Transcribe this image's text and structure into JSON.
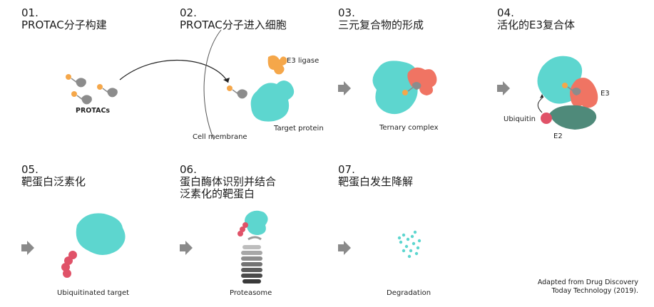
{
  "steps": [
    {
      "number": "01.",
      "title": "PROTAC分子构建"
    },
    {
      "number": "02.",
      "title": "PROTAC分子进入细胞"
    },
    {
      "number": "03.",
      "title": "三元复合物的形成"
    },
    {
      "number": "04.",
      "title": "活化的E3复合体"
    },
    {
      "number": "05.",
      "title": "靶蛋白泛素化"
    },
    {
      "number": "06.",
      "title_line1": "蛋白酶体识别并结合",
      "title_line2": "泛素化的靶蛋白"
    },
    {
      "number": "07.",
      "title": "靶蛋白发生降解"
    }
  ],
  "labels": {
    "protacs": "PROTACs",
    "e3_ligase": "E3 ligase",
    "target_protein": "Target protein",
    "cell_membrane": "Cell membrane",
    "ternary_complex": "Ternary complex",
    "e3": "E3",
    "ubiquitin": "Ubiquitin",
    "e2": "E2",
    "ubiquitinated_target": "Ubiquitinated target",
    "proteasome": "Proteasome",
    "degradation": "Degradation"
  },
  "credit": {
    "line1": "Adapted from Drug Discovery",
    "line2": "Today Technology (2019)."
  },
  "colors": {
    "target": "#5dd6cf",
    "e3": "#f07463",
    "orange": "#f5a74a",
    "ubiquitin": "#e05268",
    "e2": "#4f8a7a",
    "arrow": "#8a8a8a",
    "linker": "#8c8c8c"
  }
}
